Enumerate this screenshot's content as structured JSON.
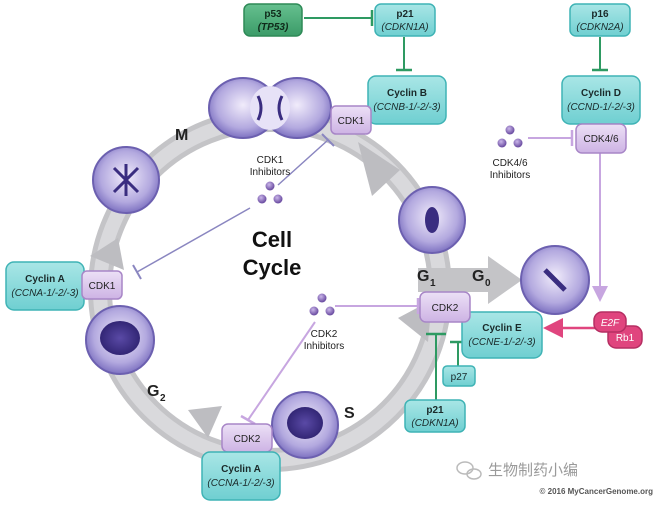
{
  "title_line1": "Cell",
  "title_line2": "Cycle",
  "phases": {
    "m": "M",
    "g1": "G",
    "g1_sub": "1",
    "g0": "G",
    "g0_sub": "0",
    "s": "S",
    "g2": "G",
    "g2_sub": "2"
  },
  "boxes": {
    "p53": {
      "line1": "p53",
      "line2": "(TP53)"
    },
    "p21_top": {
      "line1": "p21",
      "line2": "(CDKN1A)"
    },
    "cyclinB": {
      "line1": "Cyclin B",
      "line2": "(CCNB-1/-2/-3)"
    },
    "cdk1_top": "CDK1",
    "p16": {
      "line1": "p16",
      "line2": "(CDKN2A)"
    },
    "cyclinD": {
      "line1": "Cyclin D",
      "line2": "(CCND-1/-2/-3)"
    },
    "cdk46": "CDK4/6",
    "cyclinA_left": {
      "line1": "Cyclin A",
      "line2": "(CCNA-1/-2/-3)"
    },
    "cdk1_left": "CDK1",
    "cdk2_right": "CDK2",
    "cyclinE": {
      "line1": "Cyclin E",
      "line2": "(CCNE-1/-2/-3)"
    },
    "p27": "p27",
    "p21_bottom": {
      "line1": "p21",
      "line2": "(CDKN1A)"
    },
    "cdk2_bottom": "CDK2",
    "cyclinA_bottom": {
      "line1": "Cyclin A",
      "line2": "(CCNA-1/-2/-3)"
    },
    "e2f": "E2F",
    "rb1": "Rb1"
  },
  "inhibitors": {
    "cdk1": {
      "line1": "CDK1",
      "line2": "Inhibitors"
    },
    "cdk46": {
      "line1": "CDK4/6",
      "line2": "Inhibitors"
    },
    "cdk2": {
      "line1": "CDK2",
      "line2": "Inhibitors"
    }
  },
  "watermark": "生物制药小编",
  "copyright": "© 2016 MyCancerGenome.org",
  "colors": {
    "teal_fill": "#8fd9da",
    "teal_stroke": "#3fb3b5",
    "green_fill": "#4fb07d",
    "green_stroke": "#2e8a57",
    "purple_fill": "#d9c4ea",
    "purple_stroke": "#a886c7",
    "magenta": "#e0457e",
    "ring": "#c9c9cc",
    "inhibitor_line_purple": "#c7a6e0",
    "inhibitor_line_green": "#2e9a62"
  }
}
